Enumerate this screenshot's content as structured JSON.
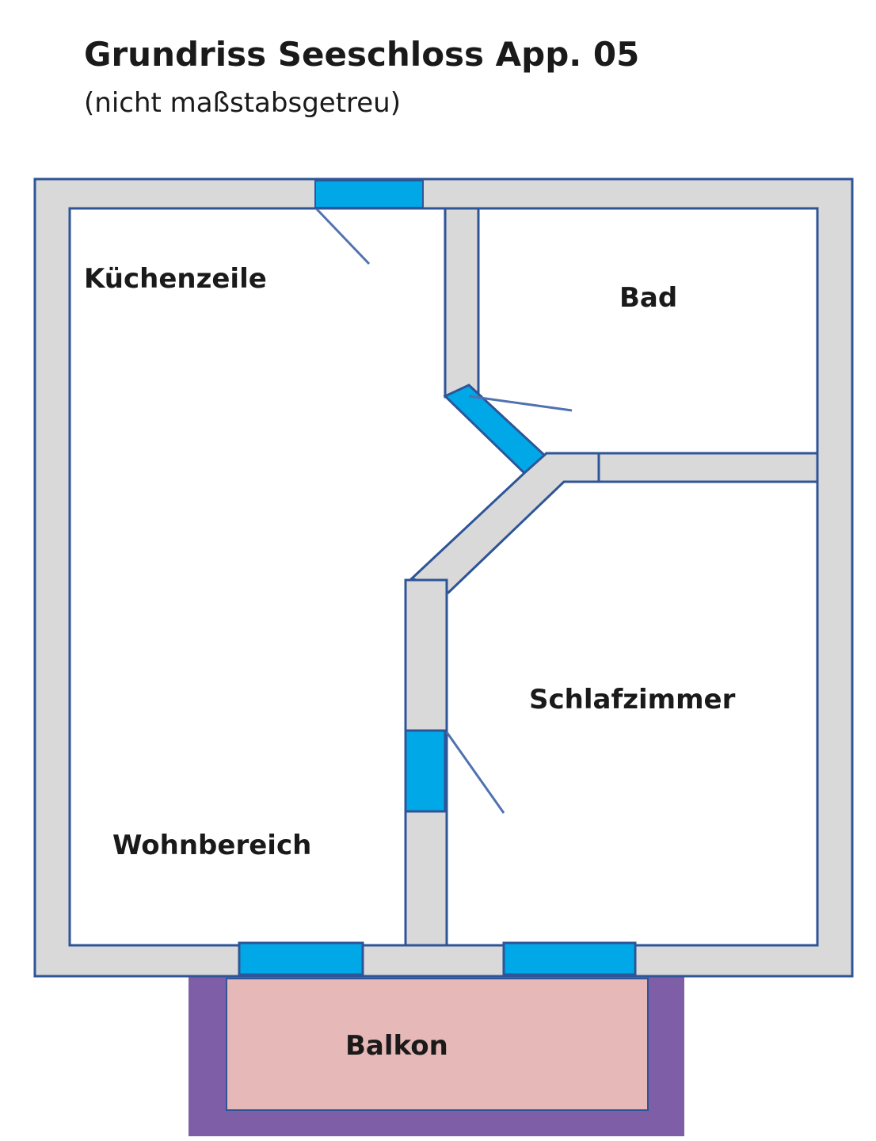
{
  "title": "Grundriss Seeschloss App. 05",
  "subtitle": "(nicht maßstabsgetreu)",
  "rooms": {
    "kitchen": "Küchenzeile",
    "bath": "Bad",
    "bedroom": "Schlafzimmer",
    "living": "Wohnbereich",
    "balcony": "Balkon"
  },
  "colors": {
    "wall_fill": "#d9d9d9",
    "wall_outline": "#2e5597",
    "door_window": "#00a8e8",
    "balcony_fill": "#e6b8b7",
    "balcony_border": "#7e5ea6"
  }
}
